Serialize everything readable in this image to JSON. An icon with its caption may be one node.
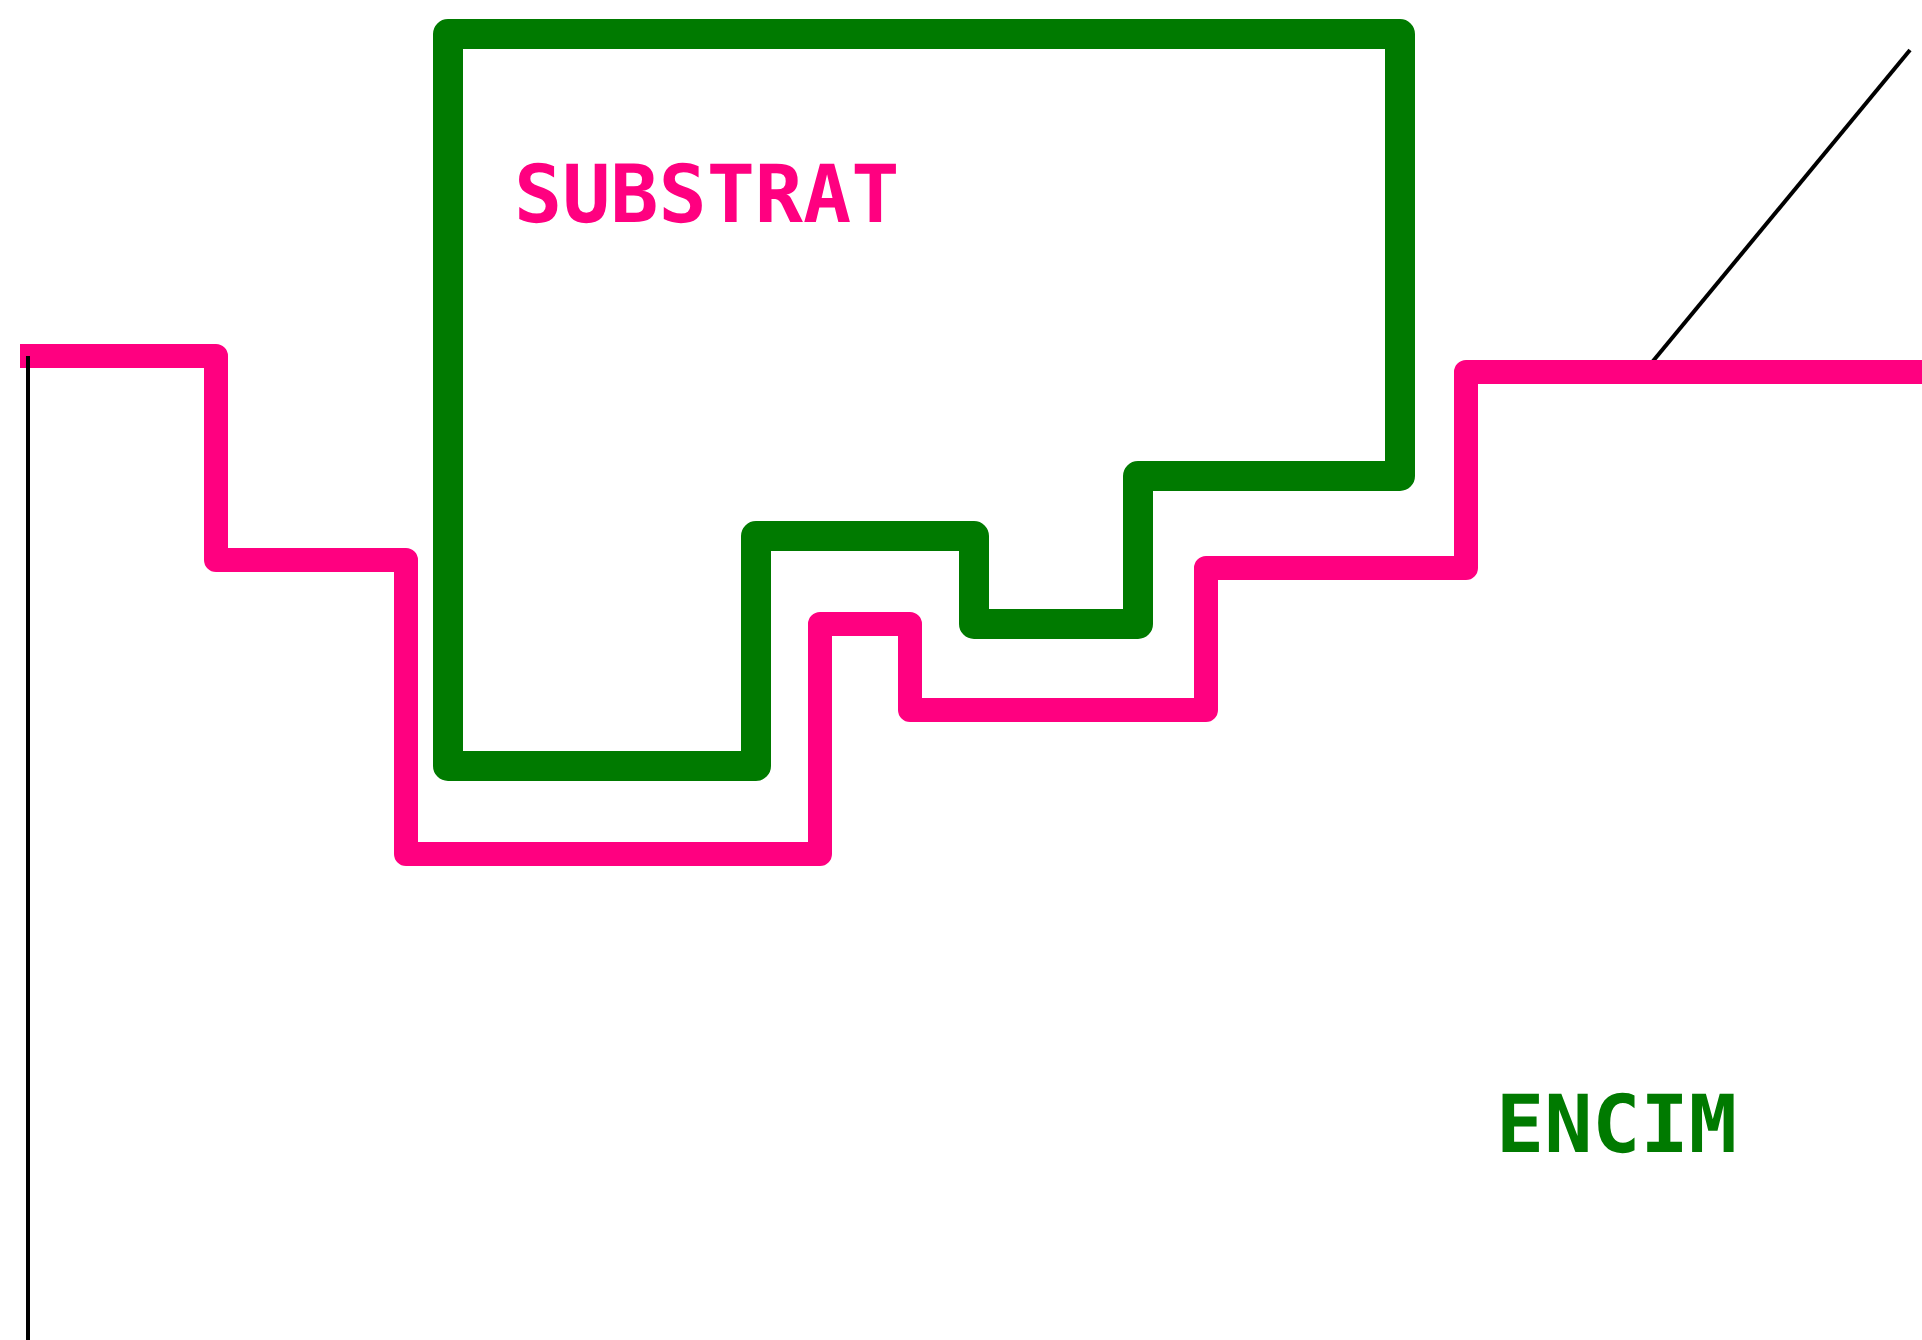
{
  "diagram": {
    "nodes": [
      {
        "text": [
          "SUBSTRAT"
        ]
      },
      {
        "text": [
          "ENCIM"
        ]
      }
    ],
    "edges": [
      {
        "from": null,
        "to": 1,
        "arrow": "none"
      }
    ]
  }
}
